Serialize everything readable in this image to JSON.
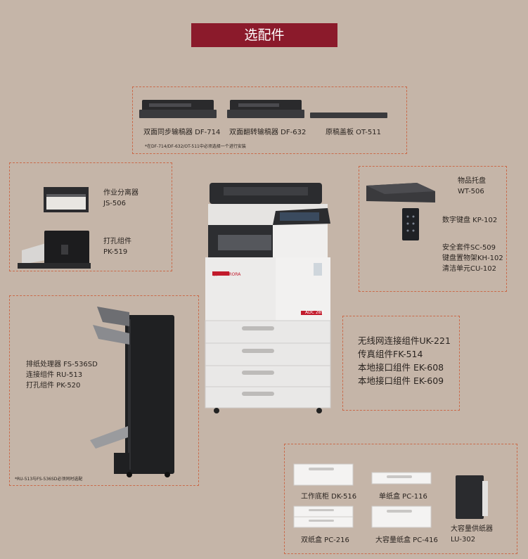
{
  "title": "选配件",
  "top": {
    "items": [
      "双面同步输稿器 DF-714",
      "双面翻转输稿器 DF-632",
      "原稿盖板 OT-511"
    ],
    "note": "*在DF-714/DF-632/OT-511中必须选择一个进行安装"
  },
  "left": {
    "js_label": [
      "作业分离器",
      "JS-506"
    ],
    "pk_label": [
      "打孔组件",
      "PK-519"
    ]
  },
  "right": {
    "wt_label": [
      "物品托盘",
      "WT-506"
    ],
    "kp_label": "数字键盘 KP-102",
    "misc_lines": [
      "安全套件SC-509",
      "键盘置物架KH-102",
      "清洁单元CU-102"
    ]
  },
  "finisher": {
    "lines": [
      "排纸处理器 FS-536SD",
      "连接组件 RU-513",
      "打孔组件 PK-520"
    ],
    "note": "*RU-513与FS-536SD必须同时选配"
  },
  "network": {
    "lines": [
      "无线网连接组件UK-221",
      "传真组件FK-514",
      "本地接口组件 EK-608",
      "本地接口组件 EK-609"
    ]
  },
  "paper": {
    "dk": "工作底柜 DK-516",
    "pc116": "单纸盒 PC-116",
    "pc216": "双纸盒 PC-216",
    "pc416": "大容量纸盒 PC-416",
    "lu_label": [
      "大容量供纸器",
      "LU-302"
    ]
  },
  "machine": {
    "brand": "震旦 AURORA",
    "model_tag": "ADC 289"
  }
}
